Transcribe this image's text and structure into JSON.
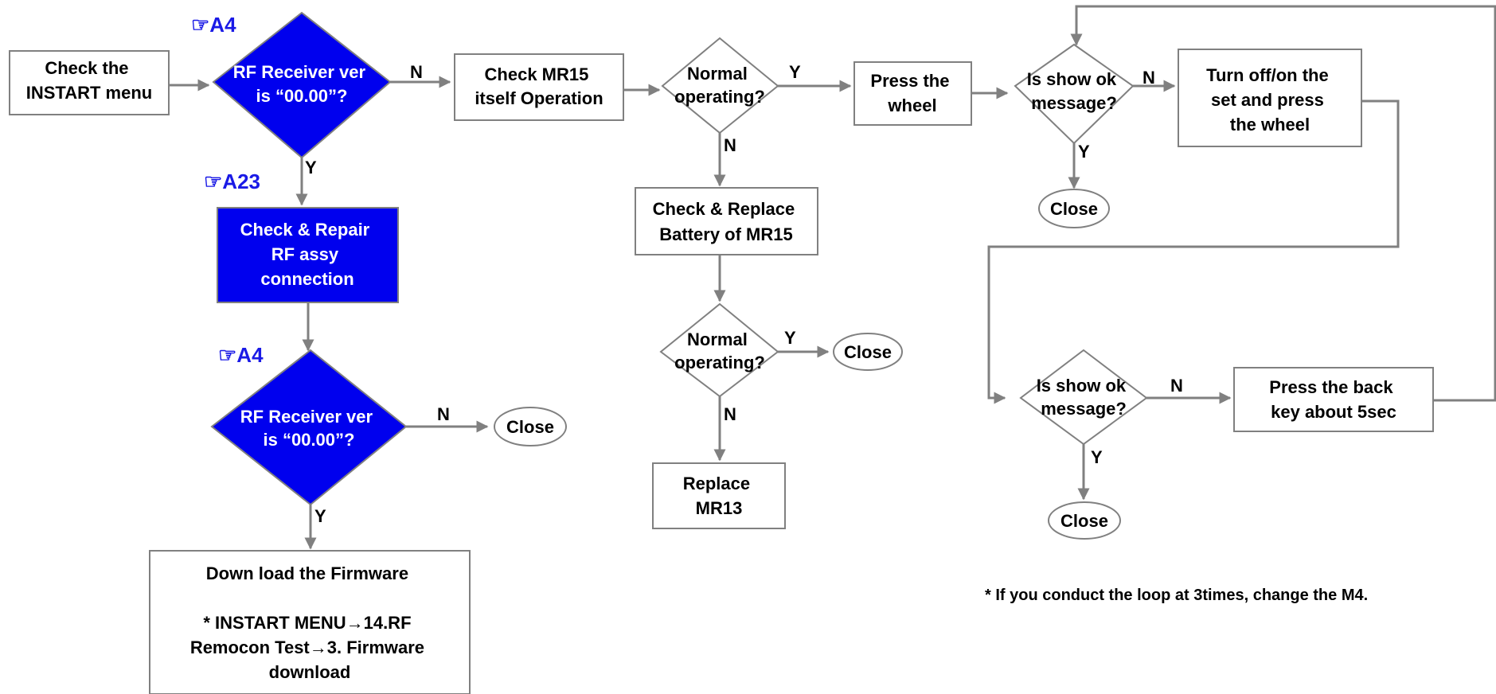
{
  "refs": {
    "a4_top": "☞A4",
    "a23": "☞A23",
    "a4_bottom": "☞A4"
  },
  "nodes": {
    "check_instart": [
      "Check the",
      "INSTART menu"
    ],
    "rf_receiver_1": [
      "RF Receiver ver",
      "is “00.00”?"
    ],
    "check_mr15": [
      "Check MR15",
      "itself Operation"
    ],
    "normal_op_1": [
      "Normal",
      "operating?"
    ],
    "press_wheel": [
      "Press the",
      "wheel"
    ],
    "show_ok_1": [
      "Is show ok",
      "message?"
    ],
    "turn_off_on": [
      "Turn off/on the",
      "set and press",
      "the wheel"
    ],
    "close_1": "Close",
    "check_repair_rf": [
      "Check & Repair",
      "RF assy",
      "connection"
    ],
    "check_battery": [
      "Check & Replace",
      "Battery of MR15"
    ],
    "normal_op_2": [
      "Normal",
      "operating?"
    ],
    "close_2": "Close",
    "replace_mr13": [
      "Replace",
      "MR13"
    ],
    "rf_receiver_2": [
      "RF Receiver ver",
      "is “00.00”?"
    ],
    "close_3": "Close",
    "download_fw": [
      "Down load the Firmware",
      "",
      "* INSTART MENU→14.RF",
      "Remocon  Test→3. Firmware",
      "download"
    ],
    "show_ok_2": [
      "Is show ok",
      "message?"
    ],
    "press_back": [
      "Press the back",
      "key about 5sec"
    ],
    "close_4": "Close"
  },
  "edge_labels": {
    "yes": "Y",
    "no": "N"
  },
  "note": "* If you conduct the loop at 3times, change the M4.",
  "colors": {
    "decision_fill": "#0000ee",
    "ref_text": "#1a1ae6",
    "line": "#808080"
  }
}
